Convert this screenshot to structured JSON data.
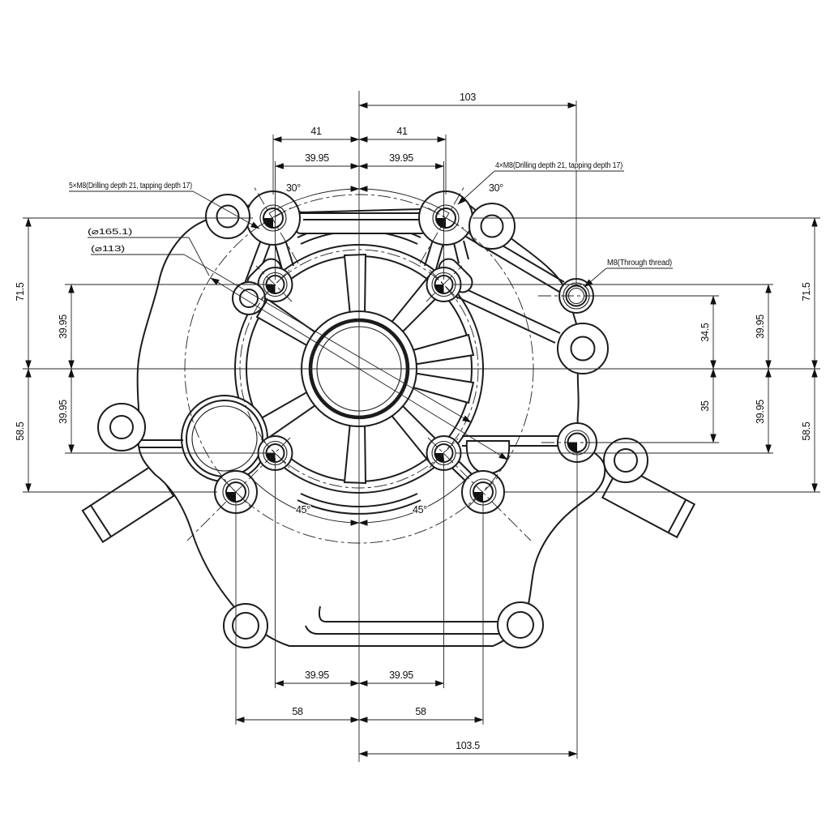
{
  "meta": {
    "type": "engineering-drawing",
    "subject": "engine crankcase side cover, bolt-hole layout view",
    "units": "mm",
    "background_color": "#ffffff",
    "line_color": "#1c1c1c"
  },
  "leaders": {
    "bolts_five": "5×M8(Drilling depth 21, tapping depth 17)",
    "bolts_four": "4×M8(Drilling depth 21, tapping depth 17)",
    "through": "M8(Through thread)",
    "dia_outer": "(⌀165.1)",
    "dia_inner": "(⌀113)"
  },
  "dims": {
    "top_overall": "103",
    "top_41_l": "41",
    "top_41_r": "41",
    "top_3995_l": "39.95",
    "top_3995_r": "39.95",
    "ang30_l": "30°",
    "ang30_r": "30°",
    "bot_3995_l": "39.95",
    "bot_3995_r": "39.95",
    "bot_58_l": "58",
    "bot_58_r": "58",
    "bot_overall": "103.5",
    "ang45_l": "45°",
    "ang45_r": "45°",
    "left_715": "71.5",
    "left_585": "58.5",
    "left_3995_u": "39.95",
    "left_3995_d": "39.95",
    "right_345": "34.5",
    "right_35": "35",
    "right_3995_u": "39.95",
    "right_3995_d": "39.95",
    "right_715": "71.5",
    "right_585": "58.5"
  }
}
